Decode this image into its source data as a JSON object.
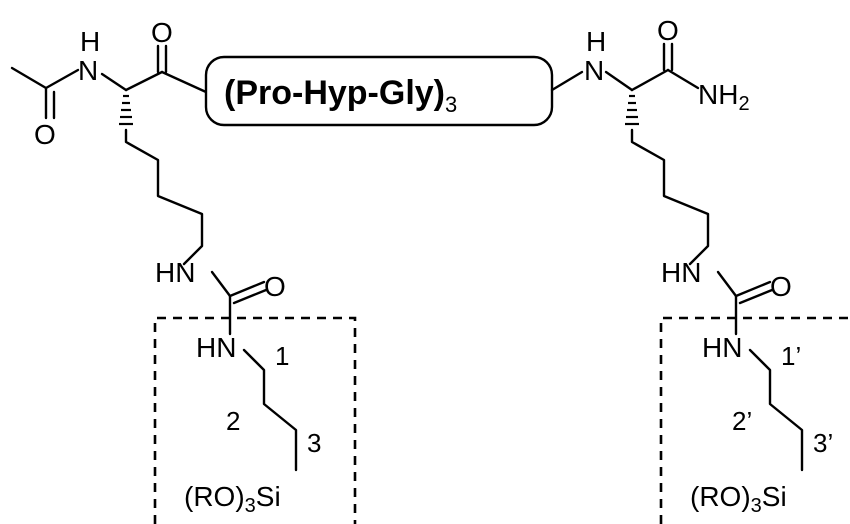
{
  "peptide": {
    "label": "(Pro-Hyp-Gly)",
    "subscript": "3"
  },
  "left": {
    "nh_top_h": "H",
    "nh_top_n": "N",
    "acetyl_o": "O",
    "ketone_o": "O",
    "urea_hn": "HN",
    "urea_o": "O",
    "silane_hn": "HN",
    "silane_group": "(RO)",
    "silane_sub": "3",
    "silane_si": "Si",
    "label_1": "1",
    "label_2": "2",
    "label_3": "3"
  },
  "right": {
    "nh_top_h": "H",
    "nh_top_n": "N",
    "amide_o": "O",
    "amide_nh": "NH",
    "amide_sub": "2",
    "urea_hn": "HN",
    "urea_o": "O",
    "silane_hn": "HN",
    "silane_group": "(RO)",
    "silane_sub": "3",
    "silane_si": "Si",
    "label_1": "1’",
    "label_2": "2’",
    "label_3": "3’"
  }
}
